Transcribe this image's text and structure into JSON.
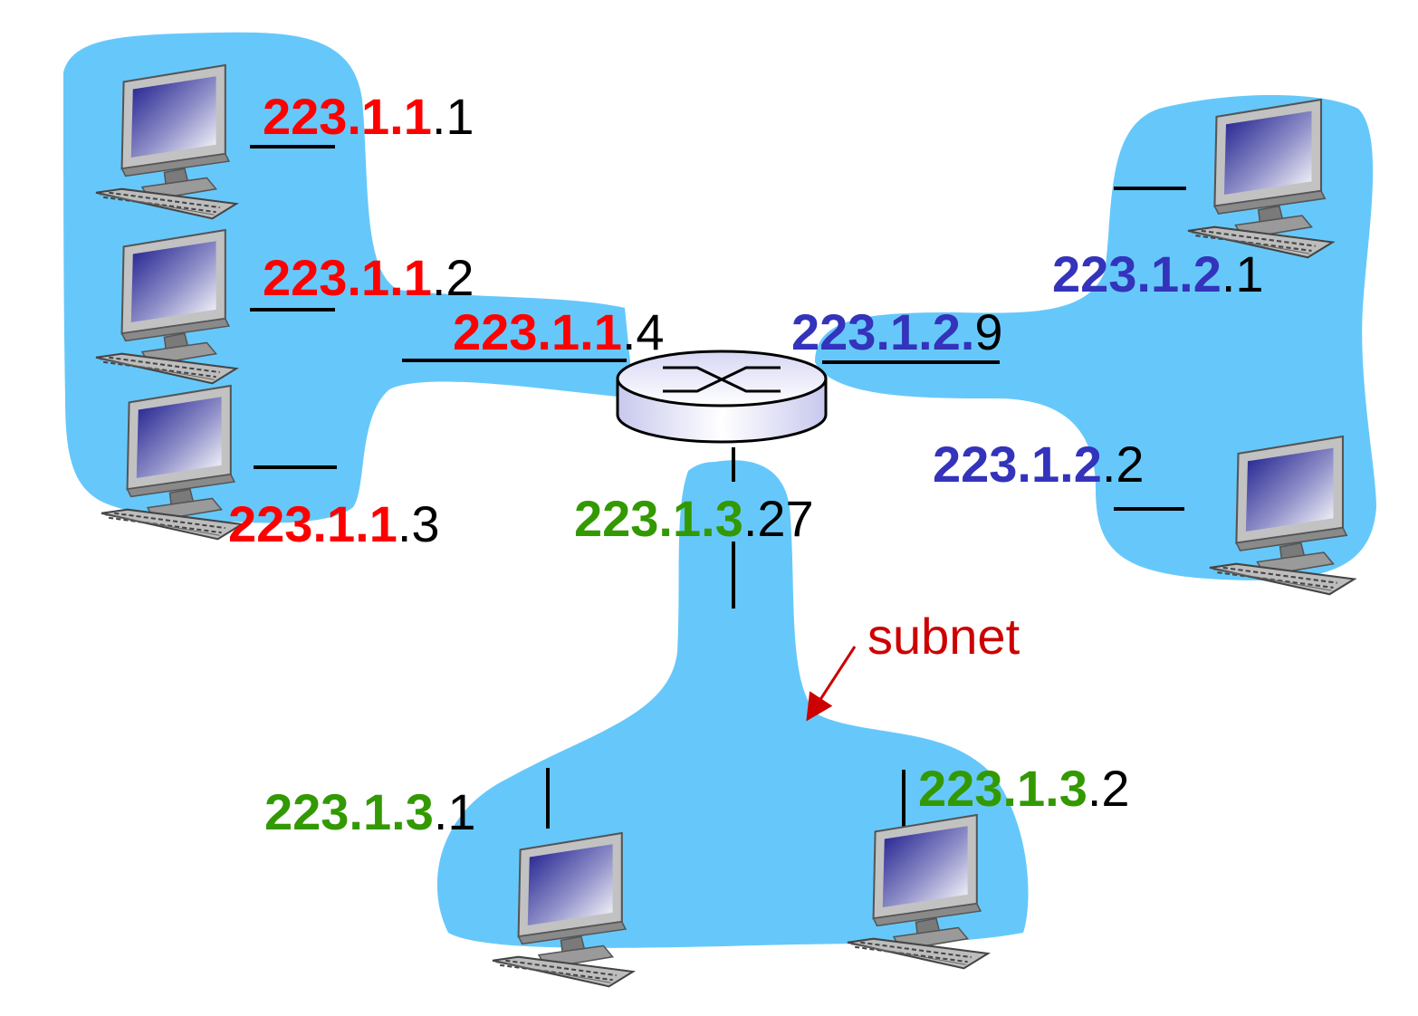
{
  "colors": {
    "subnet_fill": "#66c8fa",
    "subnet1": "#ff0000",
    "subnet2": "#3333bb",
    "subnet3": "#339900",
    "annotation": "#cc0000",
    "line": "#000000"
  },
  "icons": {
    "host": "desktop-computer-icon",
    "router": "router-icon"
  },
  "subnets": [
    {
      "name": "subnet-223-1-1",
      "hosts": [
        {
          "prefix": "223.1.1",
          "suffix": ".1"
        },
        {
          "prefix": "223.1.1",
          "suffix": ".2"
        },
        {
          "prefix": "223.1.1",
          "suffix": ".3"
        }
      ],
      "router_interface": {
        "prefix": "223.1.1",
        "suffix": ".4"
      }
    },
    {
      "name": "subnet-223-1-2",
      "hosts": [
        {
          "prefix": "223.1.2",
          "suffix": ".1"
        },
        {
          "prefix": "223.1.2",
          "suffix": ".2"
        }
      ],
      "router_interface": {
        "prefix": "223.1.2.",
        "suffix": "9"
      }
    },
    {
      "name": "subnet-223-1-3",
      "hosts": [
        {
          "prefix": "223.1.3",
          "suffix": ".1"
        },
        {
          "prefix": "223.1.3",
          "suffix": ".2"
        }
      ],
      "router_interface": {
        "prefix": "223.1.3",
        "suffix": ".27"
      }
    }
  ],
  "annotation": {
    "label": "subnet"
  }
}
